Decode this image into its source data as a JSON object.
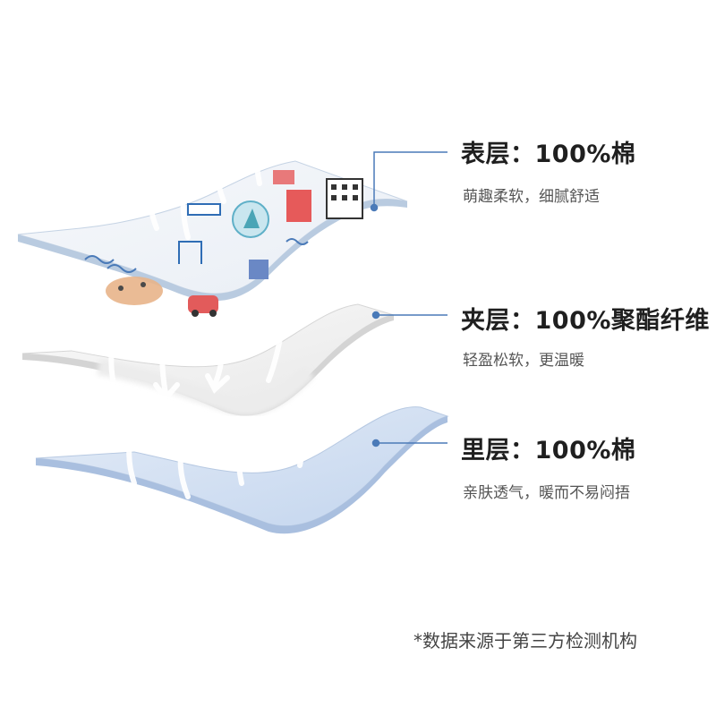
{
  "layers": [
    {
      "title": "表层：100%棉",
      "desc": "萌趣柔软，细腻舒适"
    },
    {
      "title": "夹层：100%聚酯纤维",
      "desc": "轻盈松软，更温暖"
    },
    {
      "title": "里层：100%棉",
      "desc": "亲肤透气，暖而不易闷捂"
    }
  ],
  "footnote": "*数据来源于第三方检测机构",
  "colors": {
    "accent": "#4a7ab8",
    "top_layer_bg": "#eef3f9",
    "bottom_layer_bg": "#c9d9ef",
    "arrow": "#ffffff"
  }
}
